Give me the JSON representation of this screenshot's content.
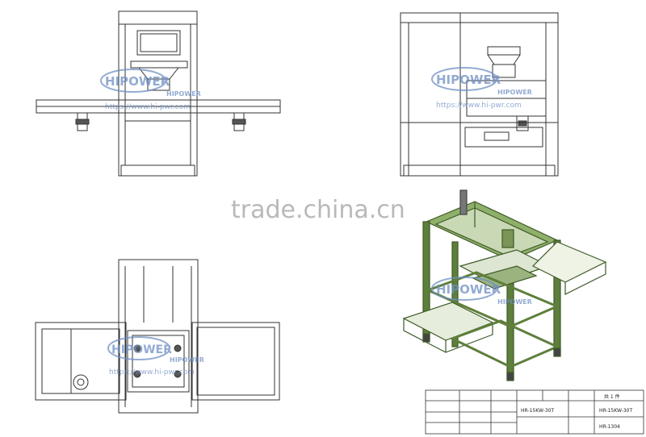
{
  "watermark": {
    "brand": "HIPOWER",
    "brand_sub": "HIPOWER",
    "url": "https://www.hi-pwr.com",
    "center_text": "trade.china.cn"
  },
  "title_block": {
    "model_code": "HR-15KW-30T",
    "drawing_no": "HR-1304",
    "quantity_value": "共 1 件",
    "labels": [
      "",
      "",
      "",
      "",
      "",
      "",
      "",
      "",
      "",
      "",
      "",
      "",
      ""
    ]
  },
  "colors": {
    "line": "#333333",
    "frame_green": "#5e7f3c",
    "frame_green_light": "#8fb06a",
    "watermark_blue": "#6f8fc4"
  }
}
